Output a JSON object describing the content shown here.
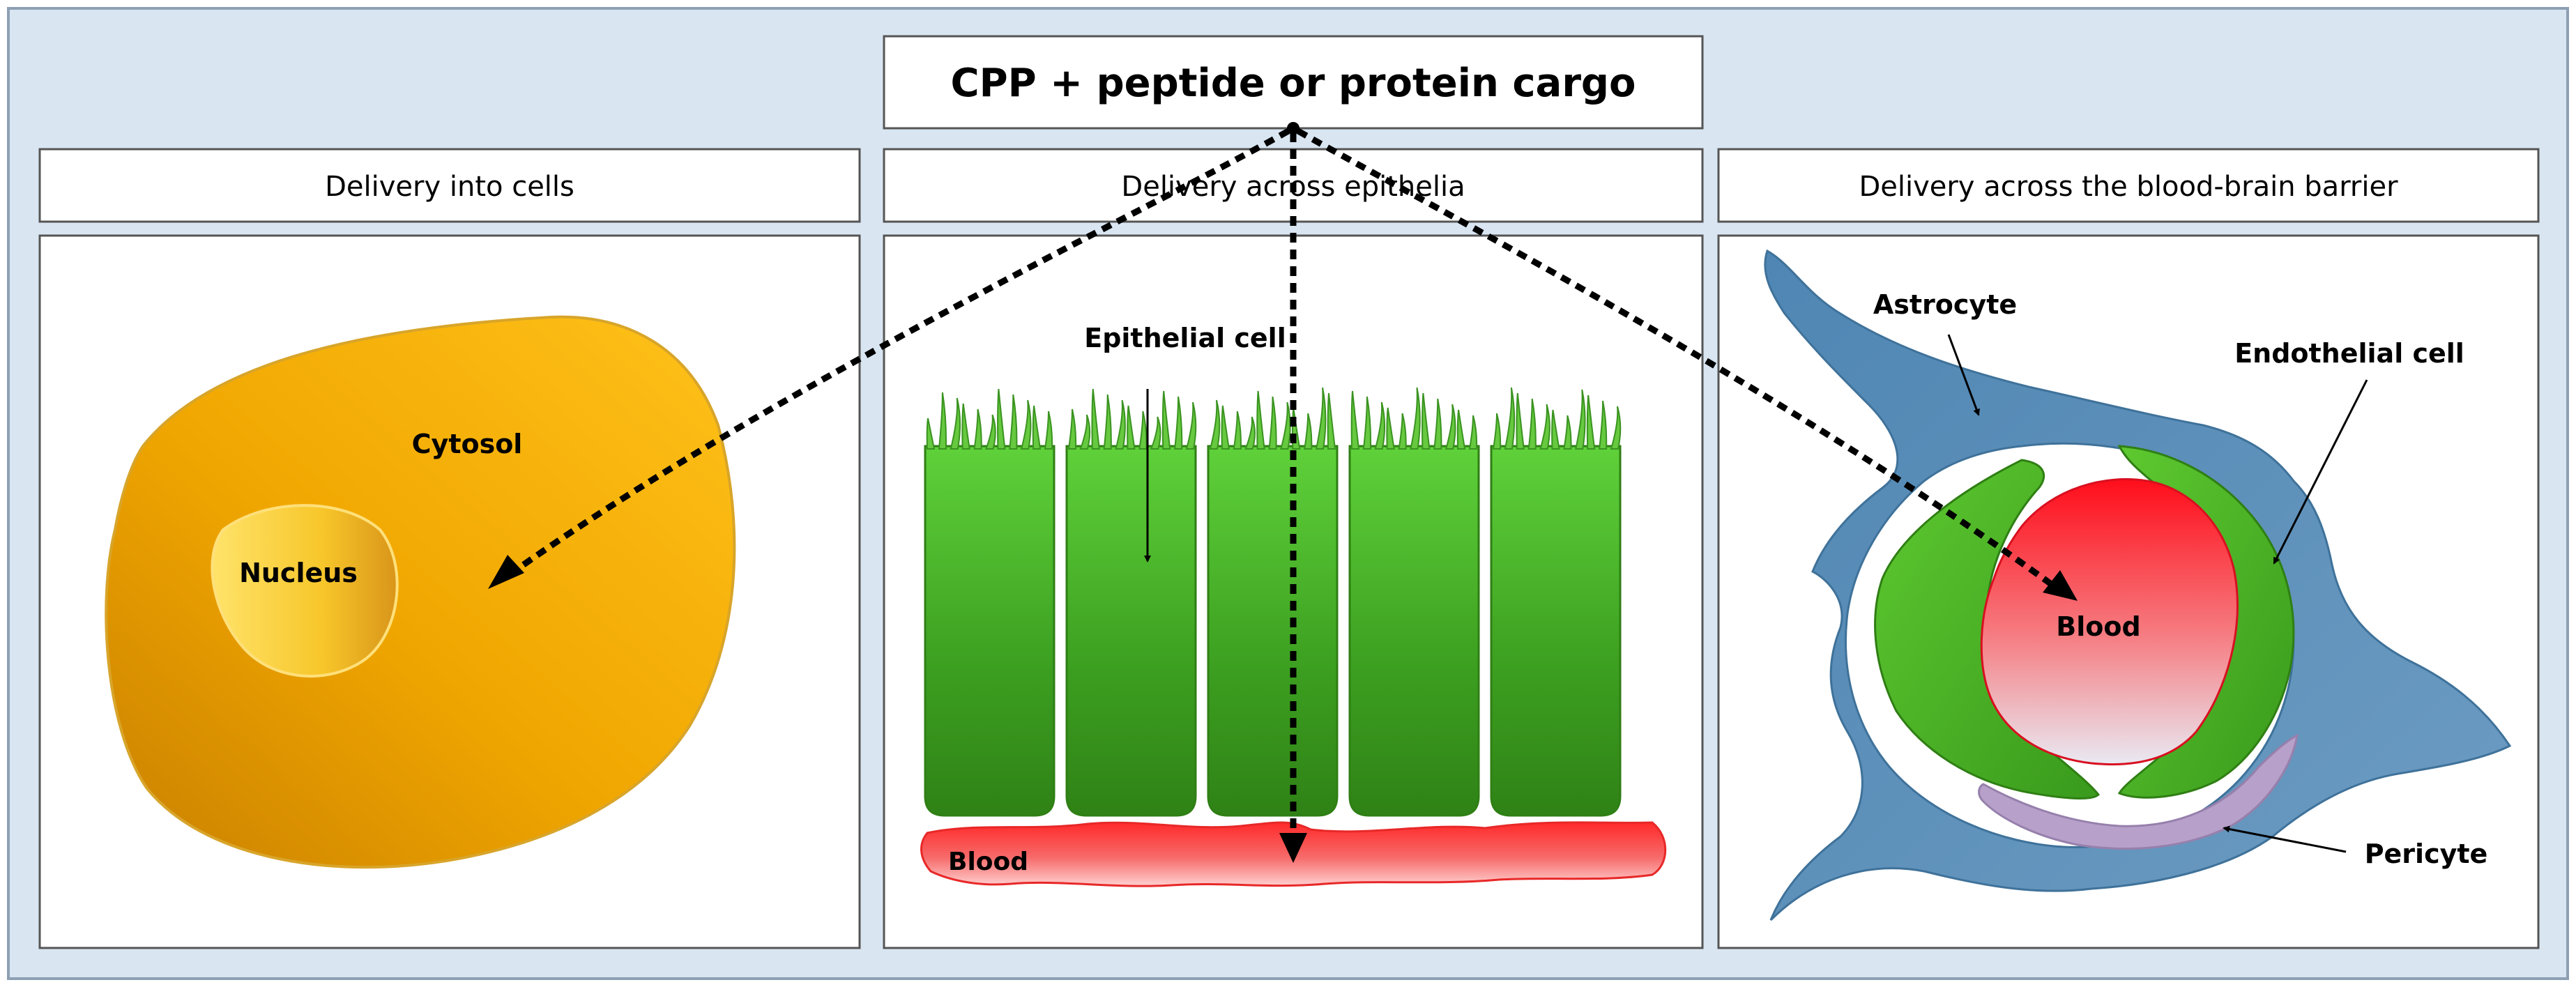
{
  "title": "CPP + peptide or protein cargo",
  "panels": [
    {
      "heading": "Delivery into cells",
      "labels": {
        "cytosol": "Cytosol",
        "nucleus": "Nucleus"
      }
    },
    {
      "heading": "Delivery across epithelia",
      "labels": {
        "epithelial_cell": "Epithelial cell",
        "blood": "Blood"
      }
    },
    {
      "heading": "Delivery across the blood-brain barrier",
      "labels": {
        "astrocyte": "Astrocyte",
        "endothelial_cell": "Endothelial cell",
        "blood": "Blood",
        "pericyte": "Pericyte"
      }
    }
  ],
  "colors": {
    "frame_bg": "#d9e6f2",
    "frame_border": "#8da0b3",
    "cell_orange": "#f5a800",
    "epithelium_green": "#4fb828",
    "blood_red": "#e8202a",
    "astrocyte_blue": "#5b8db5",
    "pericyte_purple": "#b8a0c8"
  }
}
